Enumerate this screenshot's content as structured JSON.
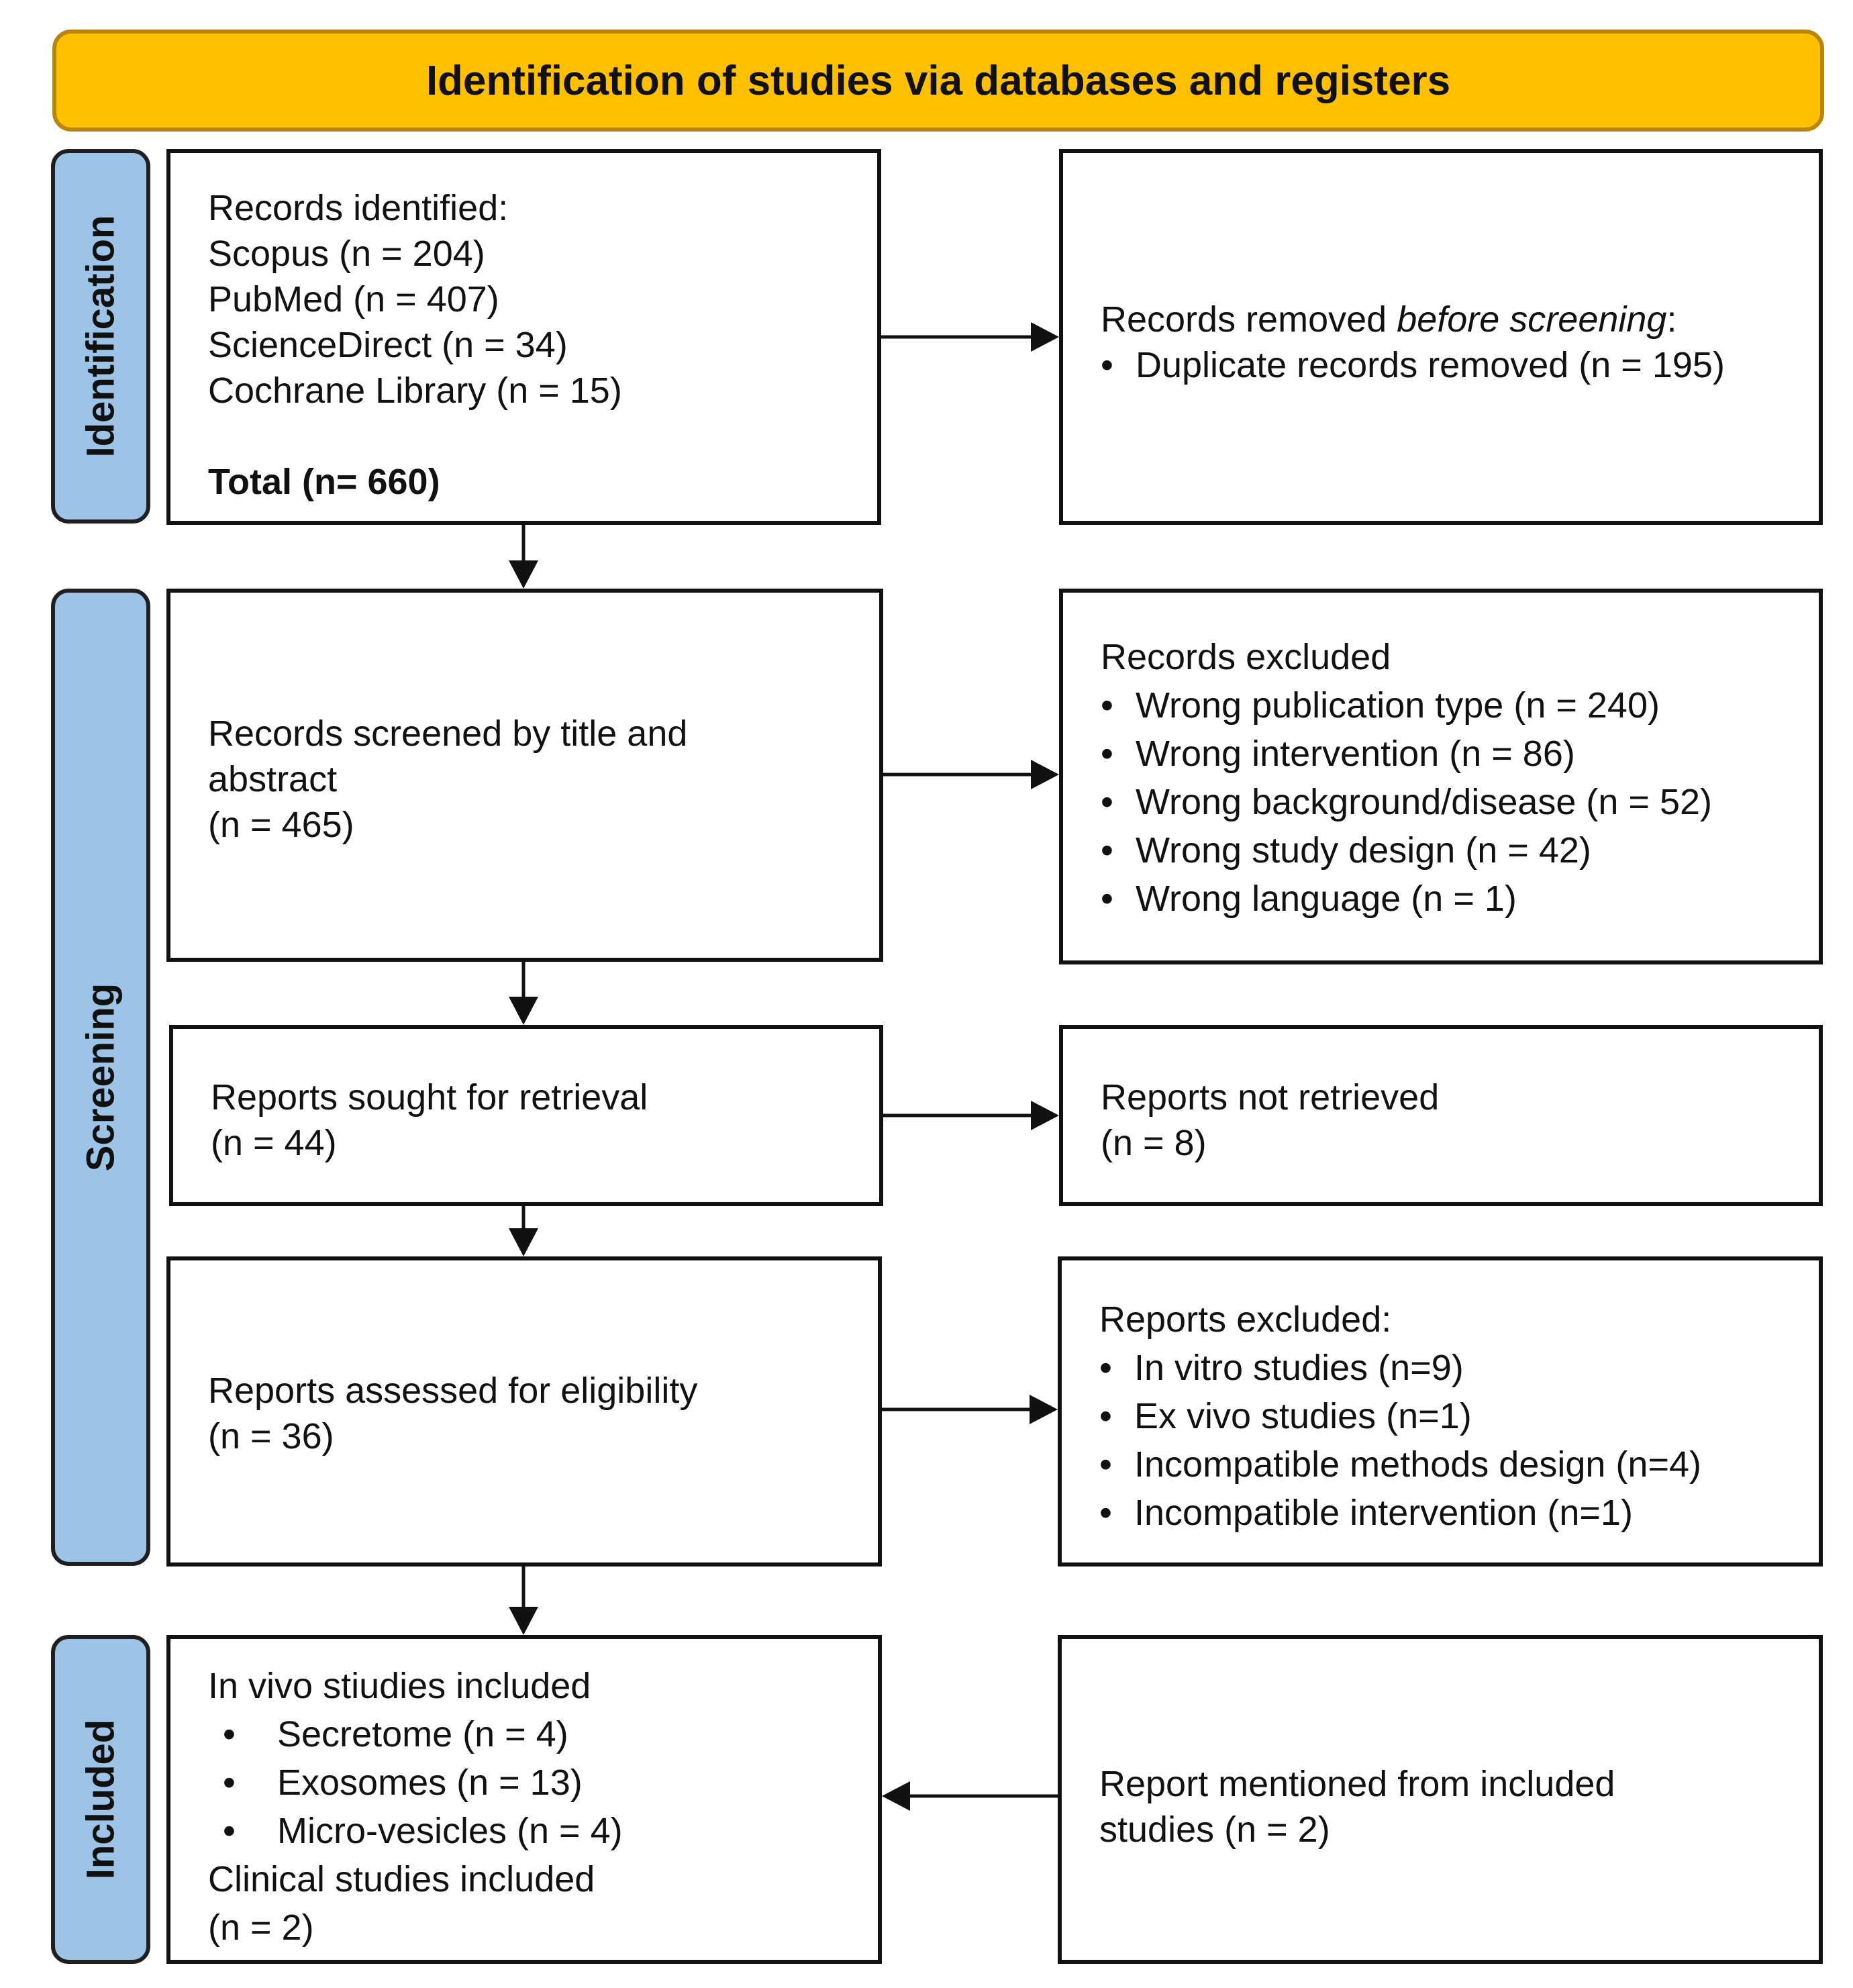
{
  "header": {
    "title": "Identification of studies via databases and registers",
    "color": "#FFC000"
  },
  "phases": {
    "identification": "Identification",
    "screening": "Screening",
    "included": "Included",
    "color": "#9DC3E6"
  },
  "identification_box": {
    "heading": "Records identified:",
    "sources": [
      "Scopus (n = 204)",
      "PubMed (n = 407)",
      "ScienceDirect (n = 34)",
      "Cochrane Library (n = 15)"
    ],
    "total": "Total (n= 660)"
  },
  "removed_box": {
    "heading_pre": "Records removed ",
    "heading_em": "before screening",
    "heading_post": ":",
    "items": [
      "Duplicate records removed (n = 195)"
    ]
  },
  "screened_box": {
    "lines": [
      "Records screened by title and",
      "abstract",
      "(n = 465)"
    ]
  },
  "excluded_box": {
    "heading": "Records excluded",
    "items": [
      "Wrong publication type (n = 240)",
      "Wrong intervention (n = 86)",
      "Wrong background/disease (n = 52)",
      "Wrong study design (n = 42)",
      "Wrong language (n = 1)"
    ]
  },
  "sought_box": {
    "lines": [
      "Reports sought for retrieval",
      "(n = 44)"
    ]
  },
  "not_retrieved_box": {
    "lines": [
      "Reports not retrieved",
      "(n = 8)"
    ]
  },
  "assessed_box": {
    "lines": [
      "Reports assessed for eligibility",
      "(n = 36)"
    ]
  },
  "reports_excluded_box": {
    "heading": "Reports excluded:",
    "items": [
      "In vitro studies (n=9)",
      "Ex vivo studies (n=1)",
      "Incompatible methods design (n=4)",
      "Incompatible intervention (n=1)"
    ]
  },
  "included_box": {
    "heading": "In vivo stiudies included",
    "items": [
      "Secretome (n = 4)",
      "Exosomes (n = 13)",
      "Micro-vesicles (n = 4)"
    ],
    "clinical_heading": "Clinical studies included",
    "clinical_count": "(n = 2)"
  },
  "mentioned_box": {
    "lines": [
      "Report mentioned from included",
      "studies (n = 2)"
    ]
  }
}
